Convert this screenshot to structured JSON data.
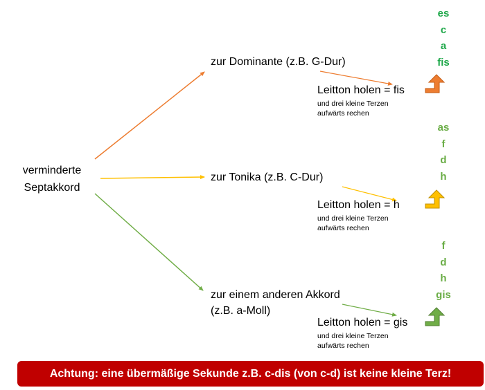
{
  "start": {
    "line1": "verminderte",
    "line2": "Septakkord"
  },
  "branches": [
    {
      "target": "zur Dominante (z.B. G-Dur)",
      "leitton": "Leitton holen = fis",
      "desc1": "und drei kleine Terzen",
      "desc2": "aufwärts rechen",
      "color": "#ed7d31",
      "notes": [
        "es",
        "c",
        "a",
        "fis"
      ]
    },
    {
      "target": "zur Tonika (z.B. C-Dur)",
      "leitton": "Leitton holen = h",
      "desc1": "und drei kleine Terzen",
      "desc2": "aufwärts rechen",
      "color": "#ffc000",
      "notes": [
        "as",
        "f",
        "d",
        "h"
      ]
    },
    {
      "target_line1": "zur einem anderen Akkord",
      "target_line2": "(z.B. a-Moll)",
      "leitton": "Leitton holen = gis",
      "desc1": "und drei kleine Terzen",
      "desc2": "aufwärts rechen",
      "color": "#70ad47",
      "notes": [
        "f",
        "d",
        "h",
        "gis"
      ]
    }
  ],
  "colors": {
    "notes_top": "#1fa84a",
    "notes_other": "#6aad46",
    "warning_bg": "#c00000"
  },
  "warning": "Achtung: eine übermäßige Sekunde z.B. c-dis (von c-d) ist keine kleine Terz!"
}
